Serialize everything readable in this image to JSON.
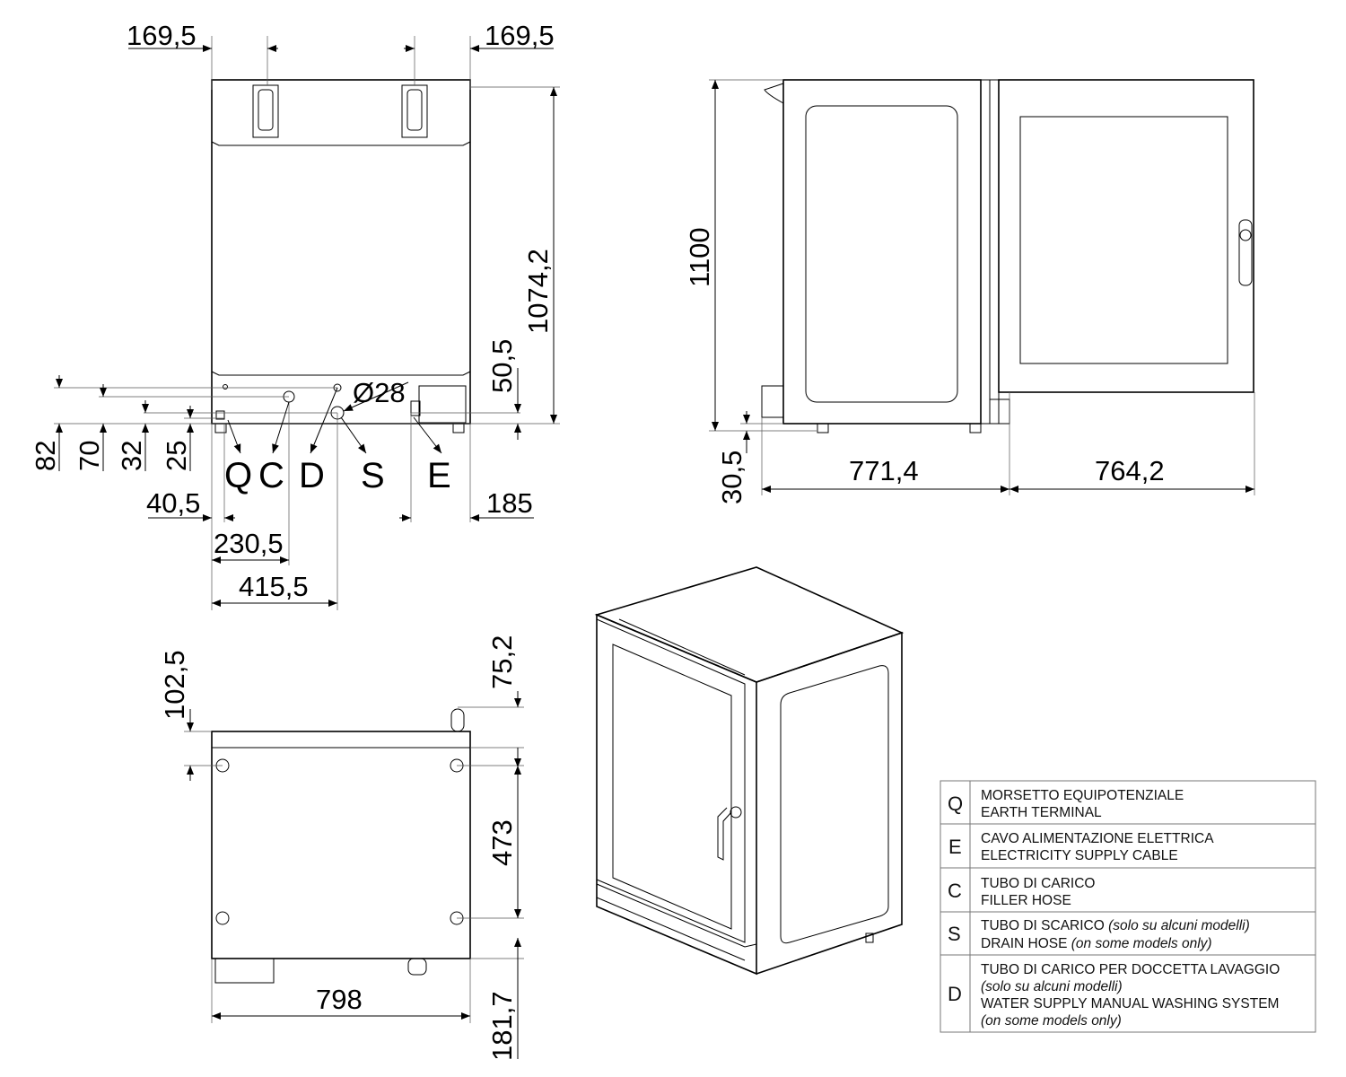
{
  "rear_view": {
    "dims": {
      "top_left": "169,5",
      "top_right": "169,5",
      "height": "1074,2",
      "cable_height": "50,5",
      "diameter": "Ø28",
      "h82": "82",
      "h70": "70",
      "h32": "32",
      "h25": "25",
      "w40": "40,5",
      "w230": "230,5",
      "w415": "415,5",
      "w185": "185"
    },
    "labels": [
      "Q",
      "C",
      "D",
      "S",
      "E"
    ]
  },
  "side_view": {
    "dims": {
      "height": "1100",
      "foot": "30,5",
      "depth": "771,4",
      "door": "764,2"
    }
  },
  "top_view": {
    "dims": {
      "width": "798",
      "front": "102,5",
      "rear": "75,2",
      "feet": "473",
      "back": "181,7"
    }
  },
  "legend": [
    {
      "key": "Q",
      "lines": [
        {
          "text": "MORSETTO EQUIPOTENZIALE"
        },
        {
          "text": "EARTH TERMINAL"
        }
      ]
    },
    {
      "key": "E",
      "lines": [
        {
          "text": "CAVO ALIMENTAZIONE ELETTRICA"
        },
        {
          "text": "ELECTRICITY SUPPLY CABLE"
        }
      ]
    },
    {
      "key": "C",
      "lines": [
        {
          "text": "TUBO DI CARICO"
        },
        {
          "text": "FILLER HOSE"
        }
      ]
    },
    {
      "key": "S",
      "lines": [
        {
          "text": "TUBO DI SCARICO ",
          "note": "(solo su alcuni modelli)"
        },
        {
          "text": "DRAIN HOSE ",
          "note": "(on some models only)"
        }
      ]
    },
    {
      "key": "D",
      "lines": [
        {
          "text": "TUBO DI CARICO PER DOCCETTA LAVAGGIO"
        },
        {
          "text": "",
          "note": "(solo su alcuni modelli)"
        },
        {
          "text": "WATER SUPPLY MANUAL WASHING SYSTEM"
        },
        {
          "text": "",
          "note": "(on some models only)"
        }
      ]
    }
  ]
}
